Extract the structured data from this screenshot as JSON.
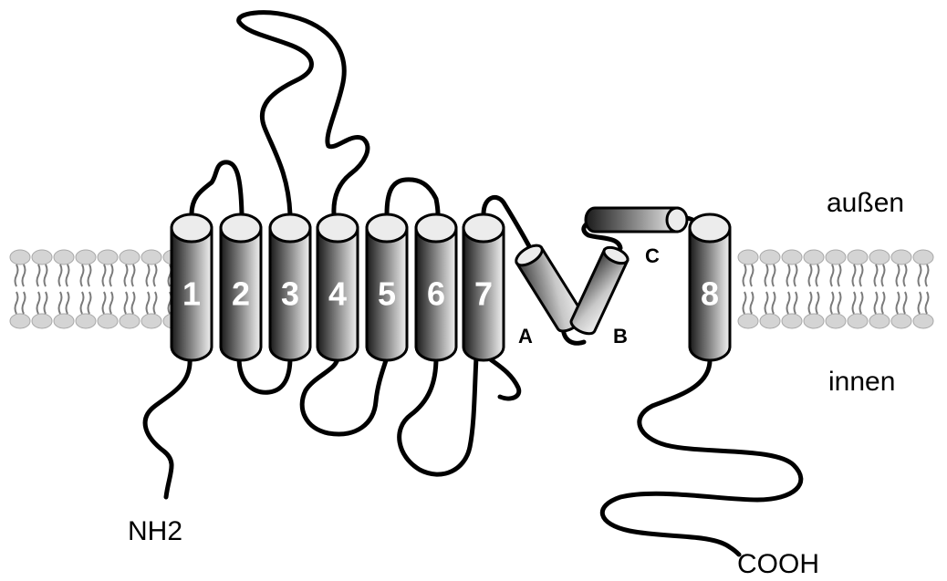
{
  "labels": {
    "outside": "außen",
    "inside": "innen",
    "n_terminus": "NH2",
    "c_terminus": "COOH"
  },
  "helices": [
    {
      "id": "1",
      "label": "1"
    },
    {
      "id": "2",
      "label": "2"
    },
    {
      "id": "3",
      "label": "3"
    },
    {
      "id": "4",
      "label": "4"
    },
    {
      "id": "5",
      "label": "5"
    },
    {
      "id": "6",
      "label": "6"
    },
    {
      "id": "7",
      "label": "7"
    },
    {
      "id": "8",
      "label": "8"
    }
  ],
  "segments": {
    "a": "A",
    "b": "B",
    "c": "C"
  },
  "colors": {
    "helix_dark": "#1a1a1a",
    "helix_light": "#ffffff",
    "membrane": "#cfcfcf"
  }
}
